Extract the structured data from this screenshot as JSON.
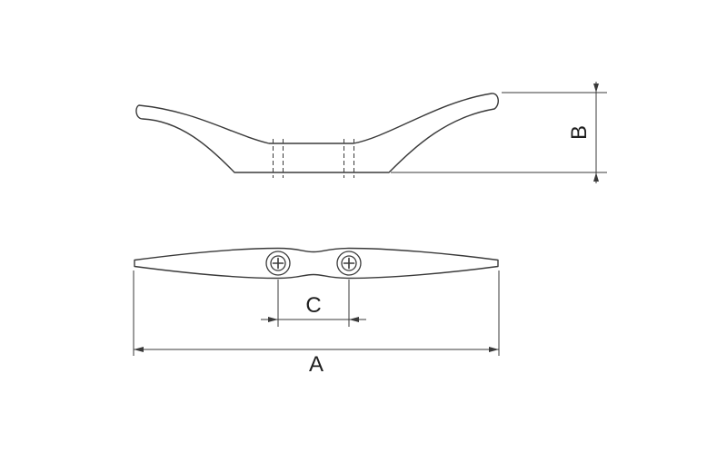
{
  "drawing": {
    "ink_color": "#3a3a3a",
    "background_color": "#ffffff",
    "dimension_labels": {
      "overall_length": "A",
      "height": "B",
      "hole_spacing": "C"
    }
  }
}
